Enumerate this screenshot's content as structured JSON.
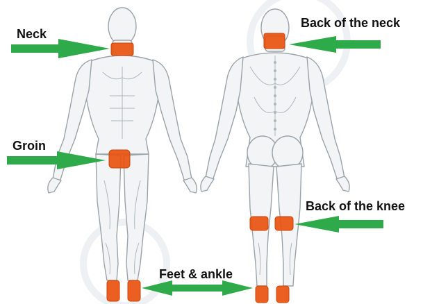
{
  "labels": {
    "neck": "Neck",
    "back_of_neck": "Back of the neck",
    "groin": "Groin",
    "back_of_knee": "Back of the knee",
    "feet_ankle": "Feet & ankle"
  },
  "colors": {
    "arrow": "#2eaa4a",
    "highlight": "#e9530f",
    "outline": "#9aa3aa",
    "body_fill": "#f2f4f5",
    "background": "#ffffff"
  },
  "figures": [
    "front-view-body",
    "back-view-body"
  ]
}
